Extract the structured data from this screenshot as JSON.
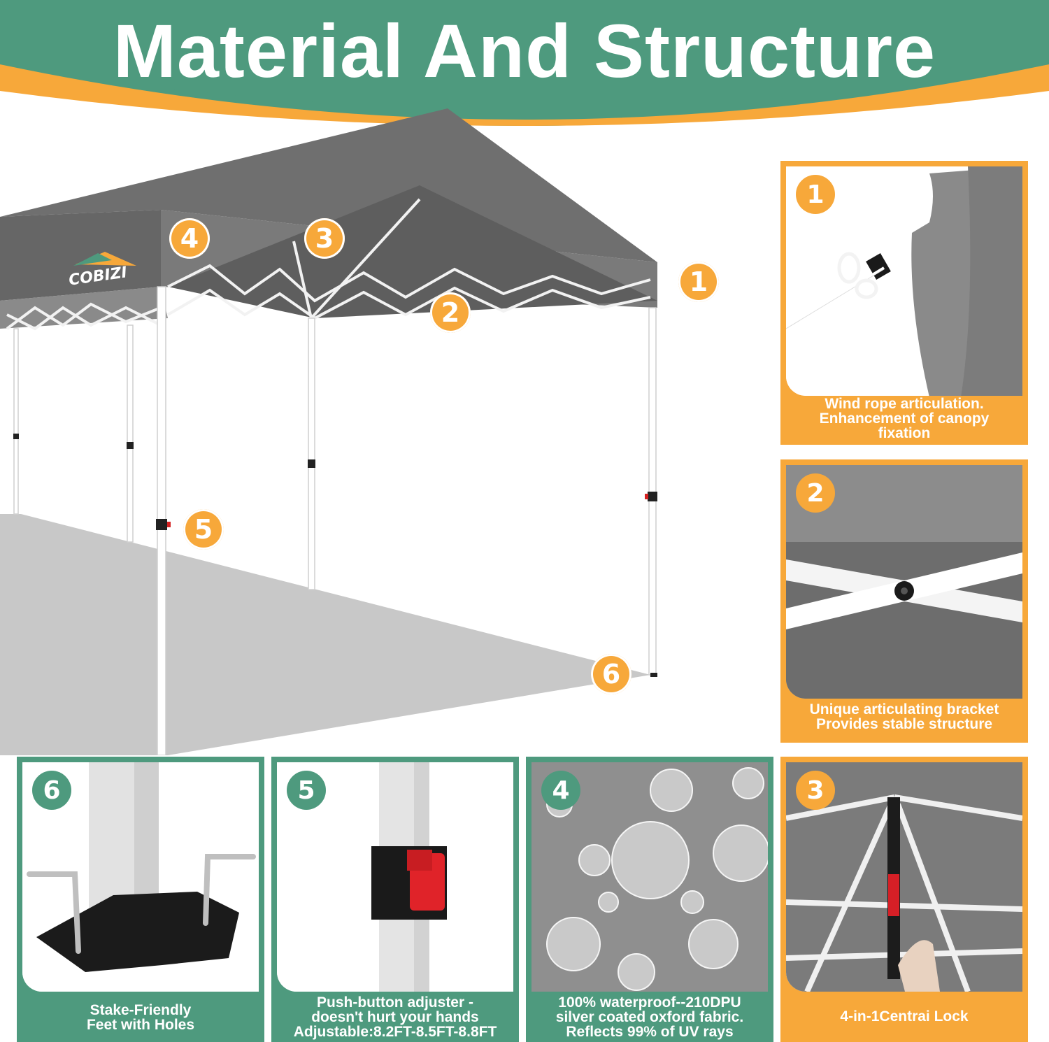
{
  "header": {
    "title": "Material And Structure"
  },
  "colors": {
    "green": "#4e9a7e",
    "orange": "#f7a83a",
    "canopy": "#707070",
    "white": "#ffffff"
  },
  "brand": {
    "logo_text": "COBIZI"
  },
  "scene_markers": [
    "4",
    "3",
    "1",
    "2",
    "5",
    "6"
  ],
  "panels": {
    "p1": {
      "number": "1",
      "caption_lines": [
        "Wind rope articulation.",
        "Enhancement of canopy",
        "fixation"
      ]
    },
    "p2": {
      "number": "2",
      "caption_lines": [
        "Unique articulating bracket",
        "Provides stable structure"
      ]
    },
    "p3": {
      "number": "3",
      "caption_lines": [
        "4-in-1Centrai Lock"
      ]
    },
    "p4": {
      "number": "4",
      "caption_lines": [
        "100% waterproof--210DPU",
        "silver coated oxford fabric.",
        "Reflects 99% of UV rays"
      ]
    },
    "p5": {
      "number": "5",
      "caption_lines": [
        "Push-button adjuster -",
        "doesn't hurt your hands",
        "Adjustable:8.2FT-8.5FT-8.8FT"
      ]
    },
    "p6": {
      "number": "6",
      "caption_lines": [
        "Stake-Friendly",
        "Feet with Holes"
      ]
    }
  }
}
